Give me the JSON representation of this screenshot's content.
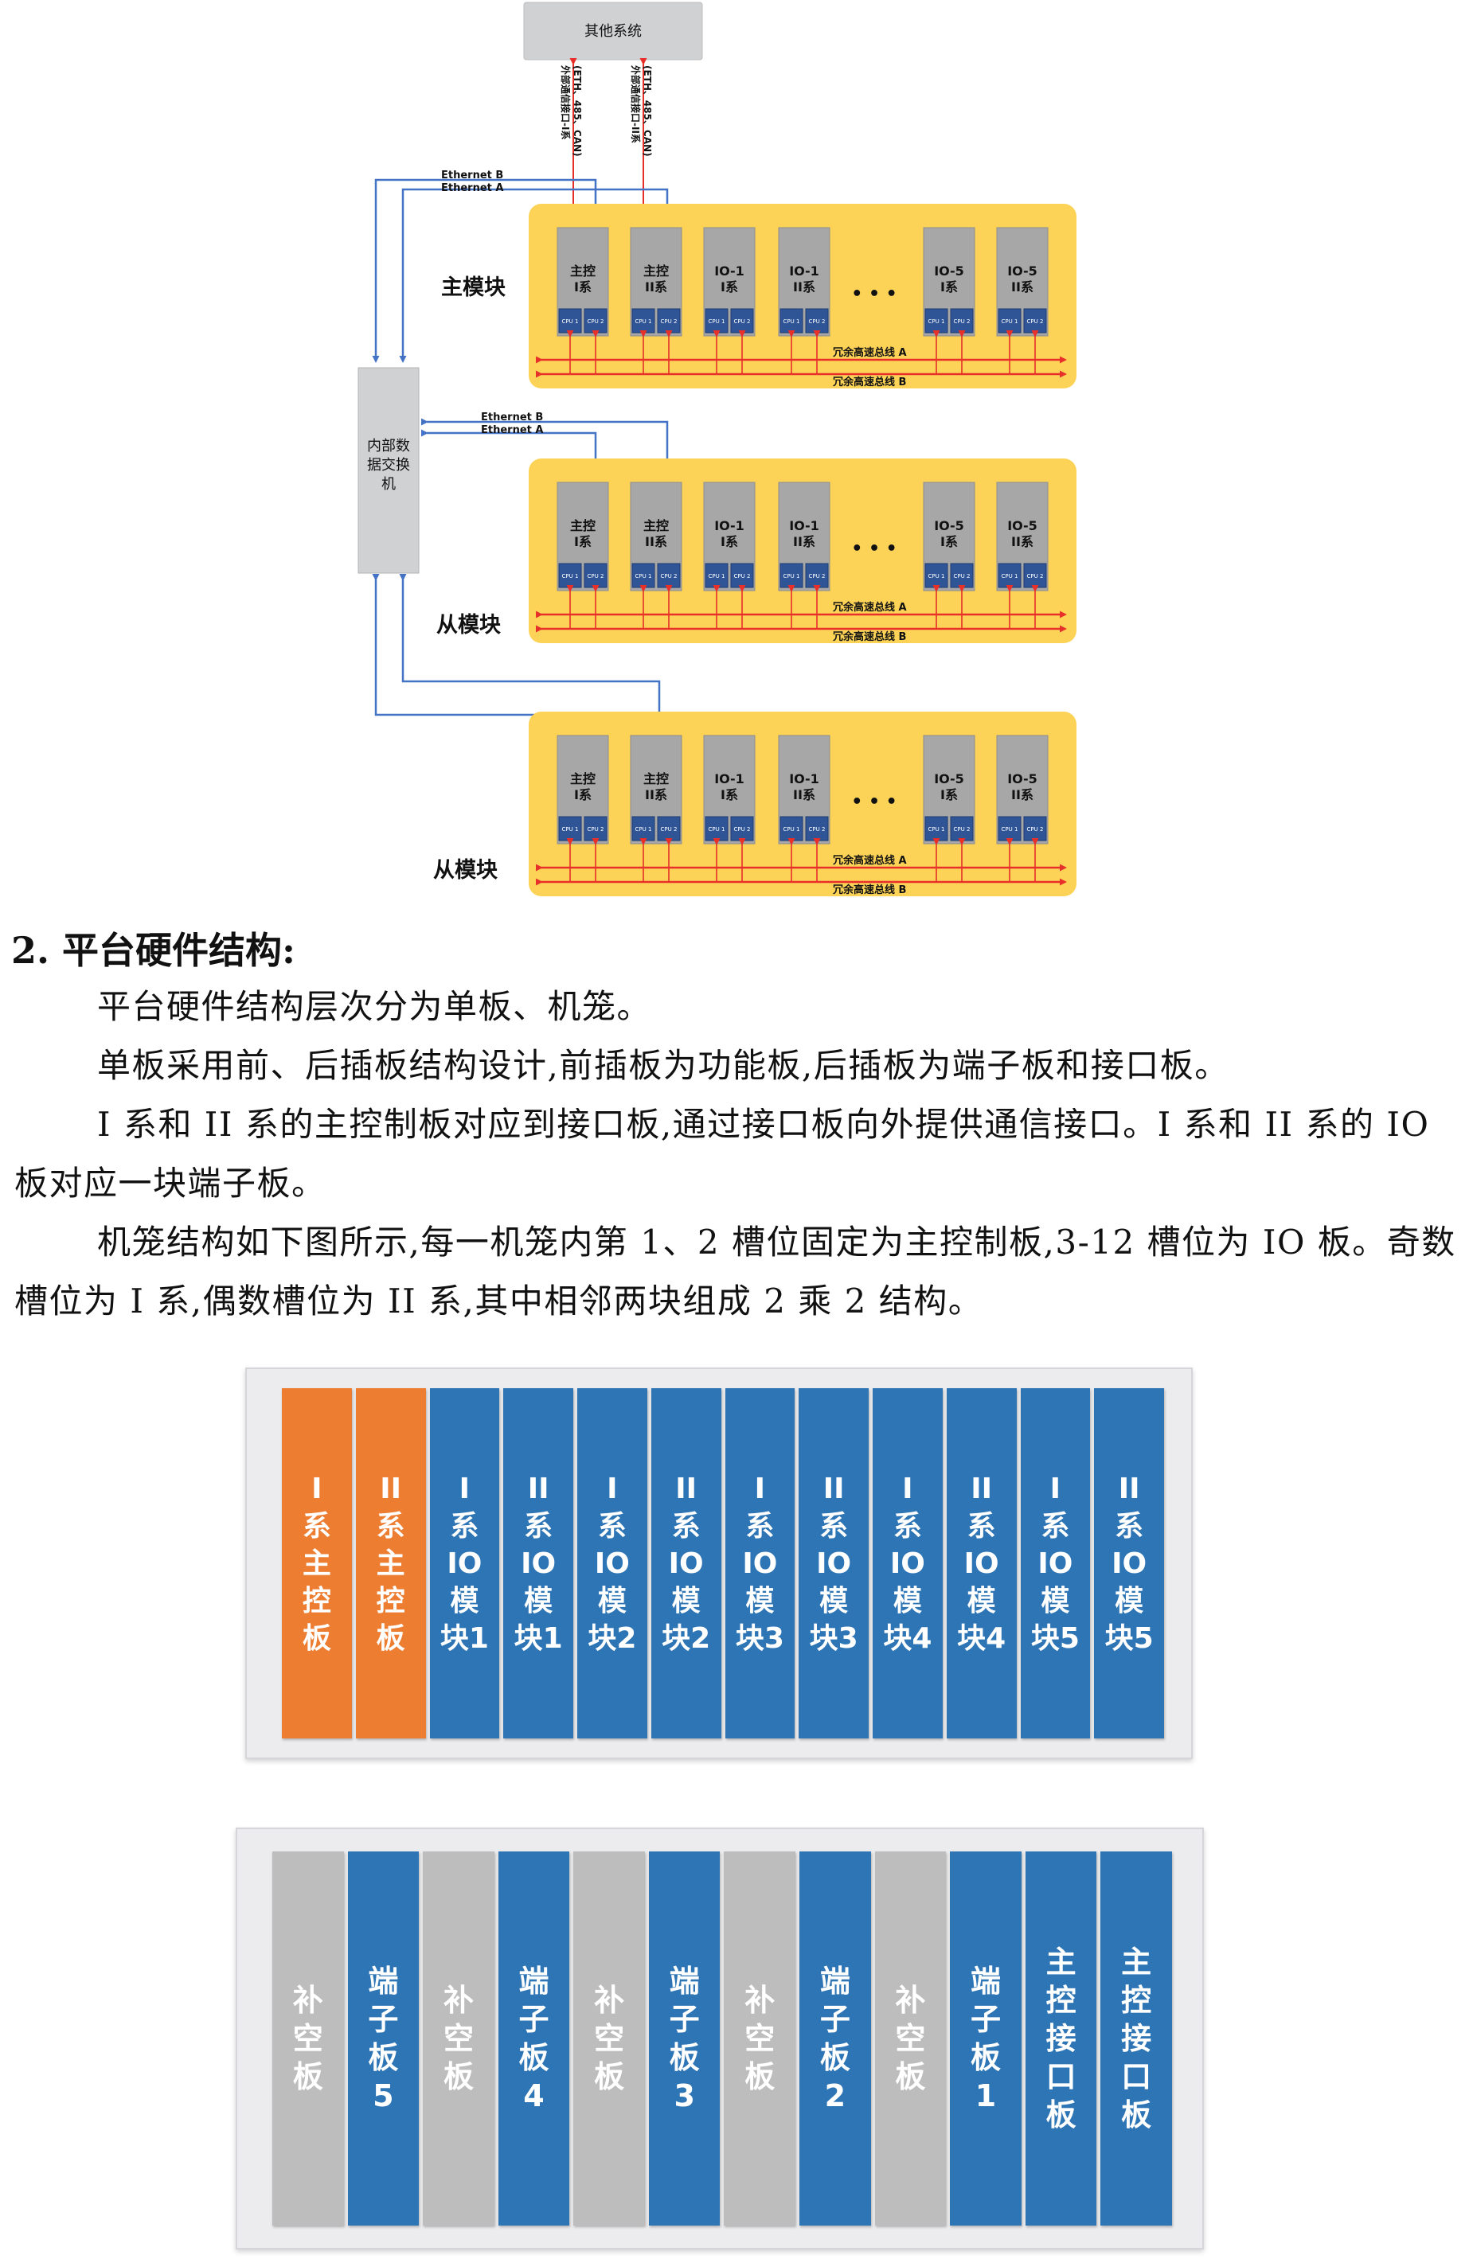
{
  "diagram": {
    "external_system": "其他系统",
    "link1": [
      "外部通信接口-I系",
      "(ETH、485、CAN)"
    ],
    "link2": [
      "外部通信接口-II系",
      "(ETH、485、CAN)"
    ],
    "ethernet_b": "Ethernet B",
    "ethernet_a": "Ethernet A",
    "switch_label": [
      "内部数",
      "据交换",
      "机"
    ],
    "main_module": "主模块",
    "sub_module": "从模块",
    "bus_a": "冗余高速总线 A",
    "bus_b": "冗余高速总线 B",
    "ellipsis": "• • •",
    "cpu1": "CPU 1",
    "cpu2": "CPU 2",
    "cards": [
      [
        "主控",
        "I系"
      ],
      [
        "主控",
        "II系"
      ],
      [
        "IO-1",
        "I系"
      ],
      [
        "IO-1",
        "II系"
      ],
      [
        "IO-5",
        "I系"
      ],
      [
        "IO-5",
        "II系"
      ]
    ],
    "colors": {
      "module_bg": "#fdd357",
      "card": "#a7a7a7",
      "cpu": "#2f5597",
      "bus": "#e8302a",
      "link_blue": "#4472c4"
    }
  },
  "section": {
    "heading": "2.  平台硬件结构:",
    "p1": "平台硬件结构层次分为单板、机笼。",
    "p2": "单板采用前、后插板结构设计,前插板为功能板,后插板为端子板和接口板。",
    "p3": "I 系和 II 系的主控制板对应到接口板,通过接口板向外提供通信接口。I 系和 II 系的 IO 板对应一块端子板。",
    "p4": "机笼结构如下图所示,每一机笼内第 1、2 槽位固定为主控制板,3-12 槽位为 IO 板。奇数槽位为 I 系,偶数槽位为 II 系,其中相邻两块组成 2 乘 2 结构。"
  },
  "front_panel": [
    {
      "color": "orange",
      "lines": [
        "I",
        "系",
        "主",
        "控",
        "板"
      ]
    },
    {
      "color": "orange",
      "lines": [
        "II",
        "系",
        "主",
        "控",
        "板"
      ]
    },
    {
      "color": "blue",
      "lines": [
        "I",
        "系",
        "IO",
        "模",
        "块1"
      ]
    },
    {
      "color": "blue",
      "lines": [
        "II",
        "系",
        "IO",
        "模",
        "块1"
      ]
    },
    {
      "color": "blue",
      "lines": [
        "I",
        "系",
        "IO",
        "模",
        "块2"
      ]
    },
    {
      "color": "blue",
      "lines": [
        "II",
        "系",
        "IO",
        "模",
        "块2"
      ]
    },
    {
      "color": "blue",
      "lines": [
        "I",
        "系",
        "IO",
        "模",
        "块3"
      ]
    },
    {
      "color": "blue",
      "lines": [
        "II",
        "系",
        "IO",
        "模",
        "块3"
      ]
    },
    {
      "color": "blue",
      "lines": [
        "I",
        "系",
        "IO",
        "模",
        "块4"
      ]
    },
    {
      "color": "blue",
      "lines": [
        "II",
        "系",
        "IO",
        "模",
        "块4"
      ]
    },
    {
      "color": "blue",
      "lines": [
        "I",
        "系",
        "IO",
        "模",
        "块5"
      ]
    },
    {
      "color": "blue",
      "lines": [
        "II",
        "系",
        "IO",
        "模",
        "块5"
      ]
    }
  ],
  "rear_panel": [
    {
      "color": "gray",
      "lines": [
        "补",
        "空",
        "板"
      ]
    },
    {
      "color": "blue",
      "lines": [
        "端",
        "子",
        "板",
        "5"
      ]
    },
    {
      "color": "gray",
      "lines": [
        "补",
        "空",
        "板"
      ]
    },
    {
      "color": "blue",
      "lines": [
        "端",
        "子",
        "板",
        "4"
      ]
    },
    {
      "color": "gray",
      "lines": [
        "补",
        "空",
        "板"
      ]
    },
    {
      "color": "blue",
      "lines": [
        "端",
        "子",
        "板",
        "3"
      ]
    },
    {
      "color": "gray",
      "lines": [
        "补",
        "空",
        "板"
      ]
    },
    {
      "color": "blue",
      "lines": [
        "端",
        "子",
        "板",
        "2"
      ]
    },
    {
      "color": "gray",
      "lines": [
        "补",
        "空",
        "板"
      ]
    },
    {
      "color": "blue",
      "lines": [
        "端",
        "子",
        "板",
        "1"
      ]
    },
    {
      "color": "blue",
      "lines": [
        "主",
        "控",
        "接",
        "口",
        "板"
      ]
    },
    {
      "color": "blue",
      "lines": [
        "主",
        "控",
        "接",
        "口",
        "板"
      ]
    }
  ]
}
